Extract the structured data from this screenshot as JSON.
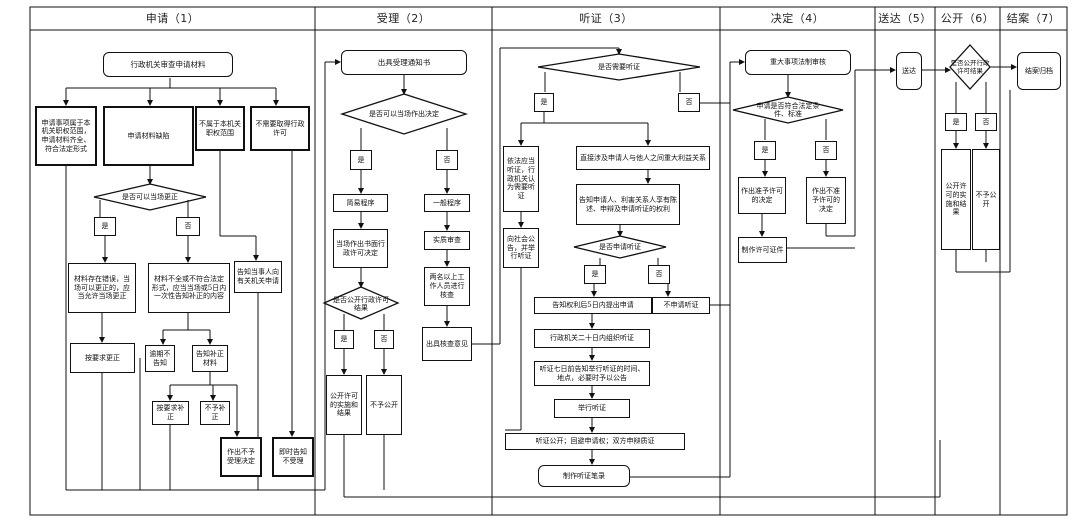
{
  "columns": [
    {
      "id": "c1",
      "title": "申请（1）"
    },
    {
      "id": "c2",
      "title": "受理（2）"
    },
    {
      "id": "c3",
      "title": "听证（3）"
    },
    {
      "id": "c4",
      "title": "决定（4）"
    },
    {
      "id": "c5",
      "title": "送达（5）"
    },
    {
      "id": "c6",
      "title": "公开（6）"
    },
    {
      "id": "c7",
      "title": "结案（7）"
    }
  ],
  "nodes": {
    "start": "行政机关审查申请材料",
    "in_scope": "申请事项属于本机关职权范围，申请材料齐全、符合法定形式",
    "defect": "申请材料缺陷",
    "not_scope": "不属于本机关职权范围",
    "no_permit": "不需要取得行政许可",
    "fix_q": "是否可以当场更正",
    "fix_yes": "是",
    "fix_no": "否",
    "fix_allowed": "材料存在错误，当场可以更正的，应当允许当场更正",
    "incomplete": "材料不全或不符合法定形式，应当当场或5日内一次性告知补正的内容",
    "inform_other": "告知当事人向有关机关申请",
    "correct_req": "按要求更正",
    "overdue": "逾期不告知",
    "notify_supp": "告知补正材料",
    "supp_done": "按要求补正",
    "supp_not": "不予补正",
    "reject_dec": "作出不予受理决定",
    "immediate_reject": "即时告知不受理",
    "acceptance": "出具受理通知书",
    "onspot_q": "是否可以当场作出决定",
    "onspot_yes": "是",
    "onspot_no": "否",
    "simple": "简易程序",
    "general": "一般程序",
    "onspot_dec": "当场作出书面行政许可决定",
    "substantive": "实质审查",
    "two_staff": "两名以上工作人员进行核查",
    "public_q": "是否公开行政许可结果",
    "public_yes": "是",
    "public_no": "否",
    "verify_opinion": "出具核查意见",
    "pub_impl": "公开许可的实施和结果",
    "no_pub2": "不予公开",
    "hearing_q": "是否需要听证",
    "hearing_yes": "是",
    "hearing_no": "否",
    "hearing_by_law": "依法应当听证，行政机关认为需要听证",
    "direct_interest": "直接涉及申请人与他人之间重大利益关系",
    "announce": "向社会公告，并举行听证",
    "inform_rights": "告知申请人、利害关系人享有陈述、申辩及申请听证的权利",
    "apply_q": "是否申请听证",
    "apply_yes": "是",
    "apply_no": "否",
    "within5": "告知权利后5日内提出申请",
    "no_apply": "不申请听证",
    "organize20": "行政机关二十日内组织听证",
    "notify7": "听证七日前告知举行听证的时间、地点，必要时予以公告",
    "hold": "举行听证",
    "public_hearing": "听证公开；回避申请权；双方申辩质证",
    "record": "制作听证笔录",
    "legal_review": "重大事项法制审核",
    "legal_q": "申请是否符合法定条件、标准",
    "legal_yes": "是",
    "legal_no": "否",
    "grant": "作出准予许可的决定",
    "deny": "作出不准予许可的决定",
    "certificate": "制作许可证件",
    "deliver": "送达",
    "pub_q": "是否公开行政许可结果",
    "pub_yes": "是",
    "pub_no": "否",
    "pub_impl6": "公开许可的实施和结果",
    "no_pub6": "不予公开",
    "archive": "结案归档"
  },
  "colors": {
    "line": "#111111",
    "border": "#111111",
    "header_text": "#222222",
    "background": "#ffffff"
  }
}
